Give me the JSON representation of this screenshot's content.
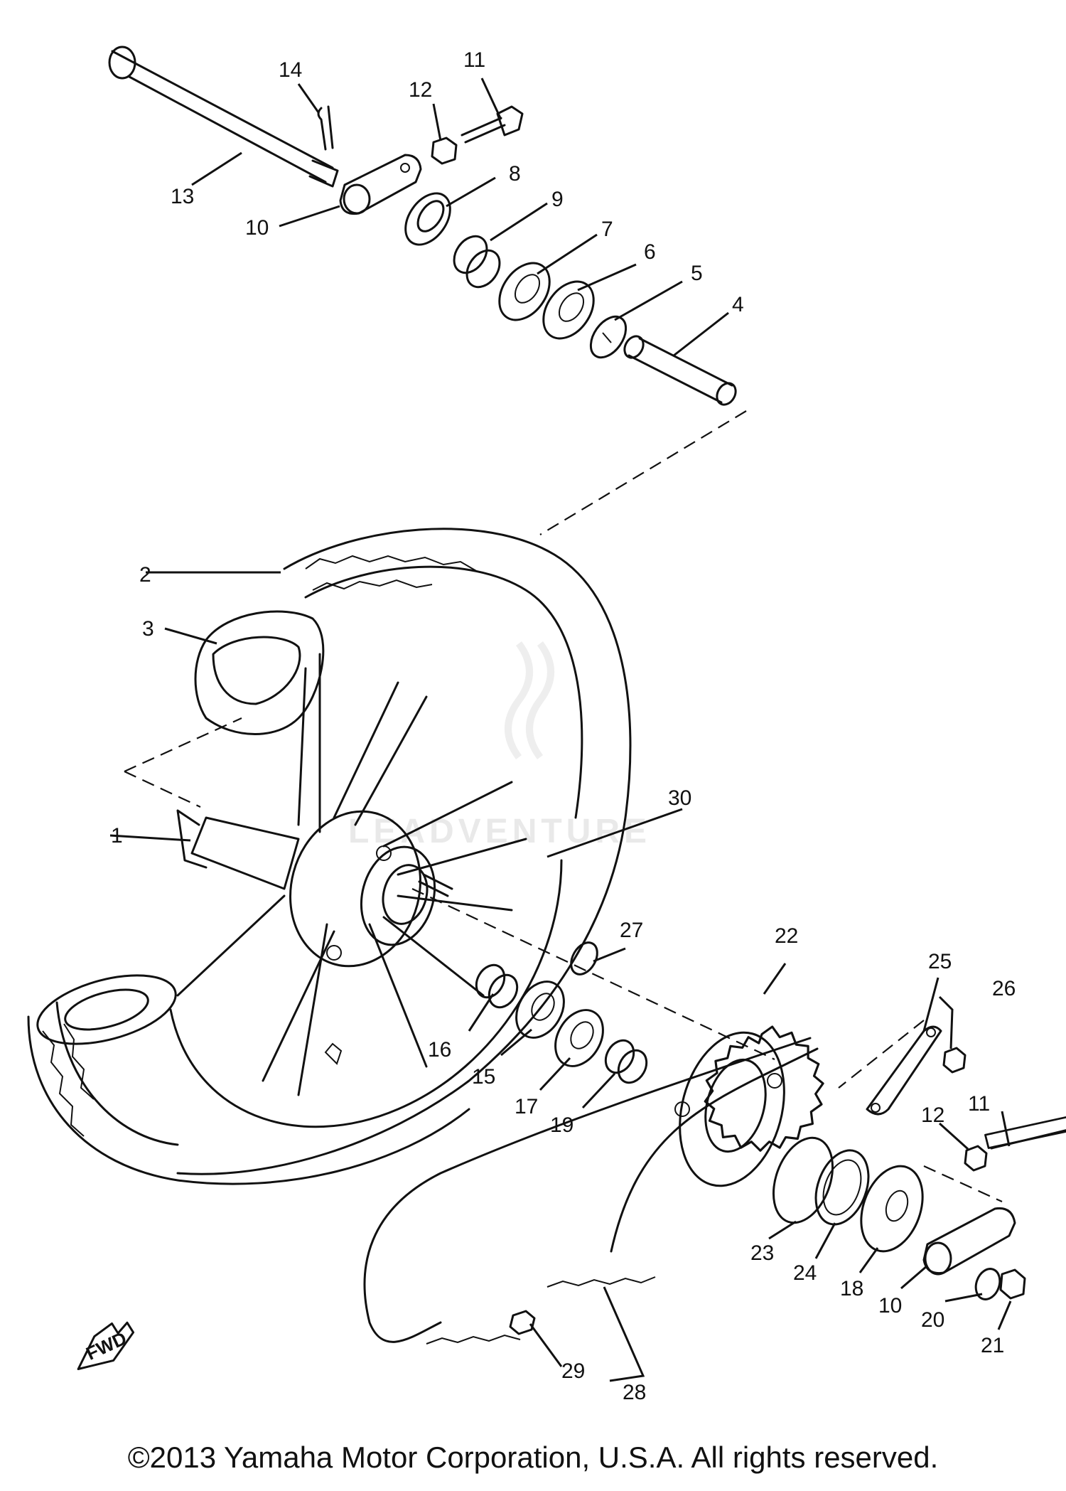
{
  "diagram": {
    "watermark": "LEADVENTURE",
    "fwd_label": "FWD",
    "copyright": "©2013 Yamaha Motor Corporation, U.S.A. All rights reserved."
  },
  "labels": {
    "p1": "1",
    "p2": "2",
    "p3": "3",
    "p4": "4",
    "p5": "5",
    "p6": "6",
    "p7": "7",
    "p8": "8",
    "p9": "9",
    "p10a": "10",
    "p10b": "10",
    "p11a": "11",
    "p11b": "11",
    "p12a": "12",
    "p12b": "12",
    "p13": "13",
    "p14": "14",
    "p15": "15",
    "p16": "16",
    "p17": "17",
    "p18": "18",
    "p19": "19",
    "p20": "20",
    "p21": "21",
    "p22": "22",
    "p23": "23",
    "p24": "24",
    "p25": "25",
    "p26": "26",
    "p27": "27",
    "p28": "28",
    "p29": "29",
    "p30": "30"
  }
}
